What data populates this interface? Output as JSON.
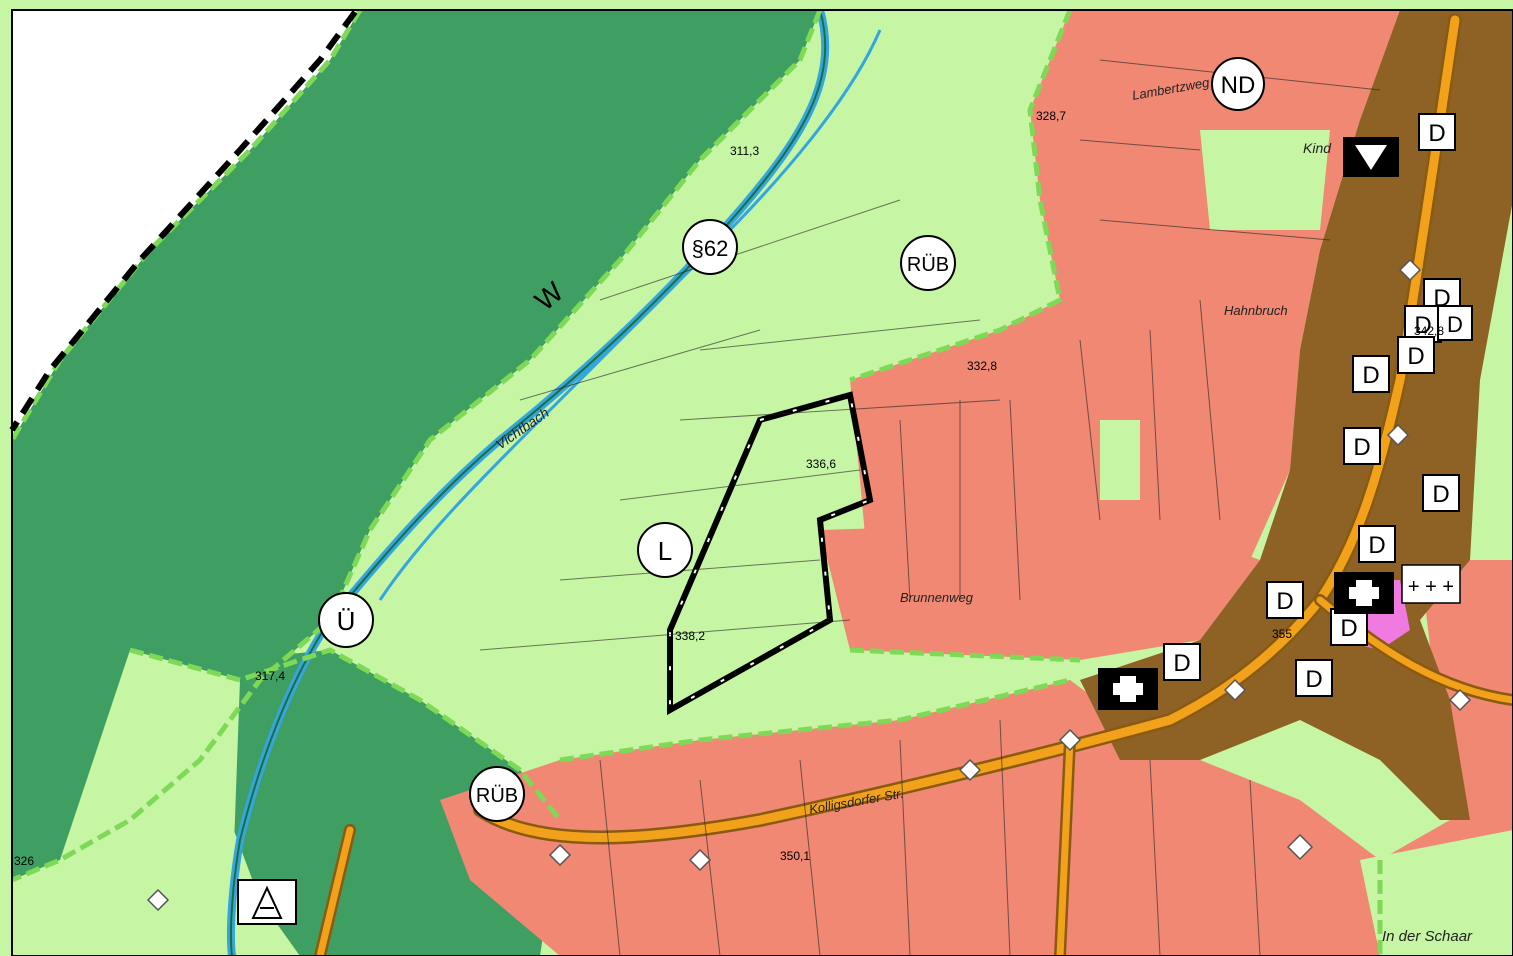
{
  "map": {
    "colors": {
      "forest": "#3f9e62",
      "meadow": "#c6f5a4",
      "residential": "#f08873",
      "village_core": "#8d6224",
      "road": "#f2a21a",
      "stream": "#33a6df",
      "green_dash": "#7ed957",
      "pink": "#f07ae0",
      "boundary": "#000000"
    },
    "symbols": {
      "nd": "ND",
      "paragraph62": "§62",
      "rub": "RÜB",
      "l": "L",
      "u": "Ü",
      "d": "D",
      "forest_letter": "W",
      "cemetery": "+ + +",
      "camp_icon": "tent-icon",
      "church_icon": "church-cross-icon",
      "triangle_icon": "triangle-down-icon"
    },
    "labels": {
      "lambertzweg": "Lambertzweg",
      "kind": "Kind",
      "hahnbruch": "Hahnbruch",
      "vichtbach": "Vichtbach",
      "brunnenweg": "Brunnenweg",
      "schaar": "In der Schaar",
      "kolligsdorfer": "Kolligsdorfer Str."
    },
    "elevations": {
      "e1": "311,3",
      "e2": "328,7",
      "e3": "332,8",
      "e4": "336,6",
      "e5": "338,2",
      "e6": "317,4",
      "e7": "326",
      "e8": "342,8",
      "e9": "350,1",
      "e10": "355"
    }
  }
}
